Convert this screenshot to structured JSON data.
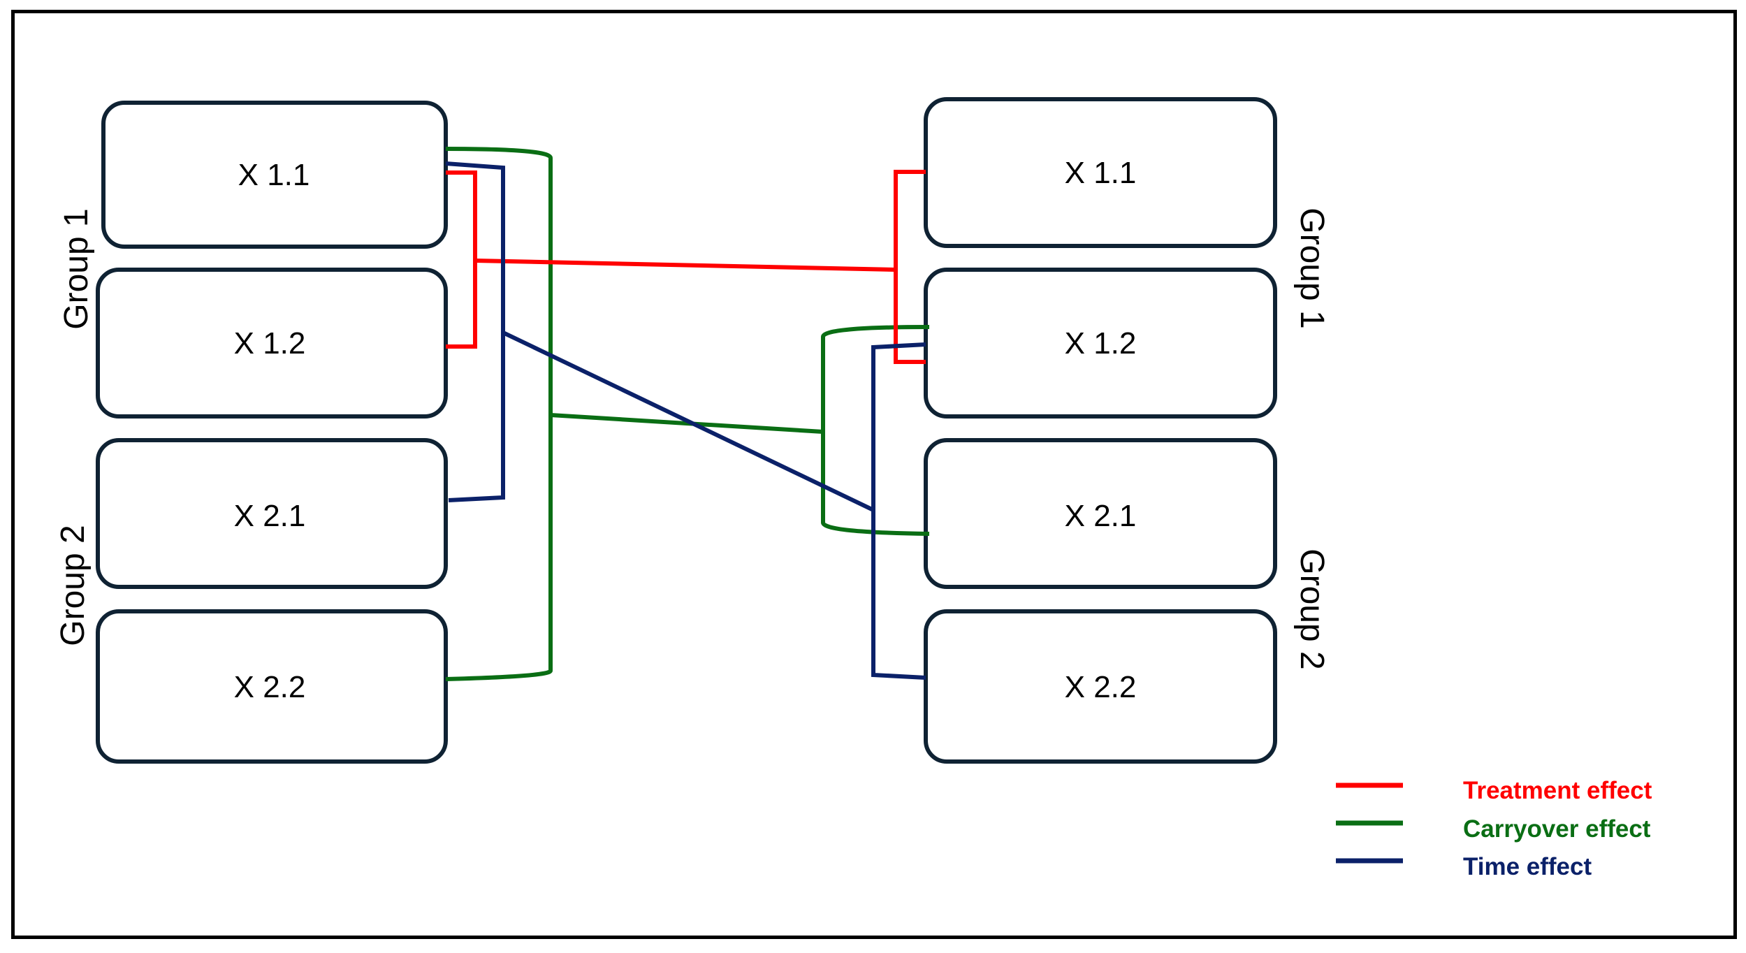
{
  "left_column": {
    "boxes": [
      "X 1.1",
      "X 1.2",
      "X 2.1",
      "X 2.2"
    ],
    "group_labels": [
      "Group 1",
      "Group 2"
    ]
  },
  "right_column": {
    "boxes": [
      "X 1.1",
      "X 1.2",
      "X 2.1",
      "X 2.2"
    ],
    "group_labels": [
      "Group 1",
      "Group 2"
    ]
  },
  "legend": {
    "items": [
      {
        "label": "Treatment effect",
        "color": "#ff0000"
      },
      {
        "label": "Carryover effect",
        "color": "#0a6e14"
      },
      {
        "label": "Time effect",
        "color": "#0b2169"
      }
    ]
  },
  "colors": {
    "box_border": "#0f2233",
    "treatment": "#ff0000",
    "carryover": "#0a6e14",
    "time": "#0b2169"
  }
}
